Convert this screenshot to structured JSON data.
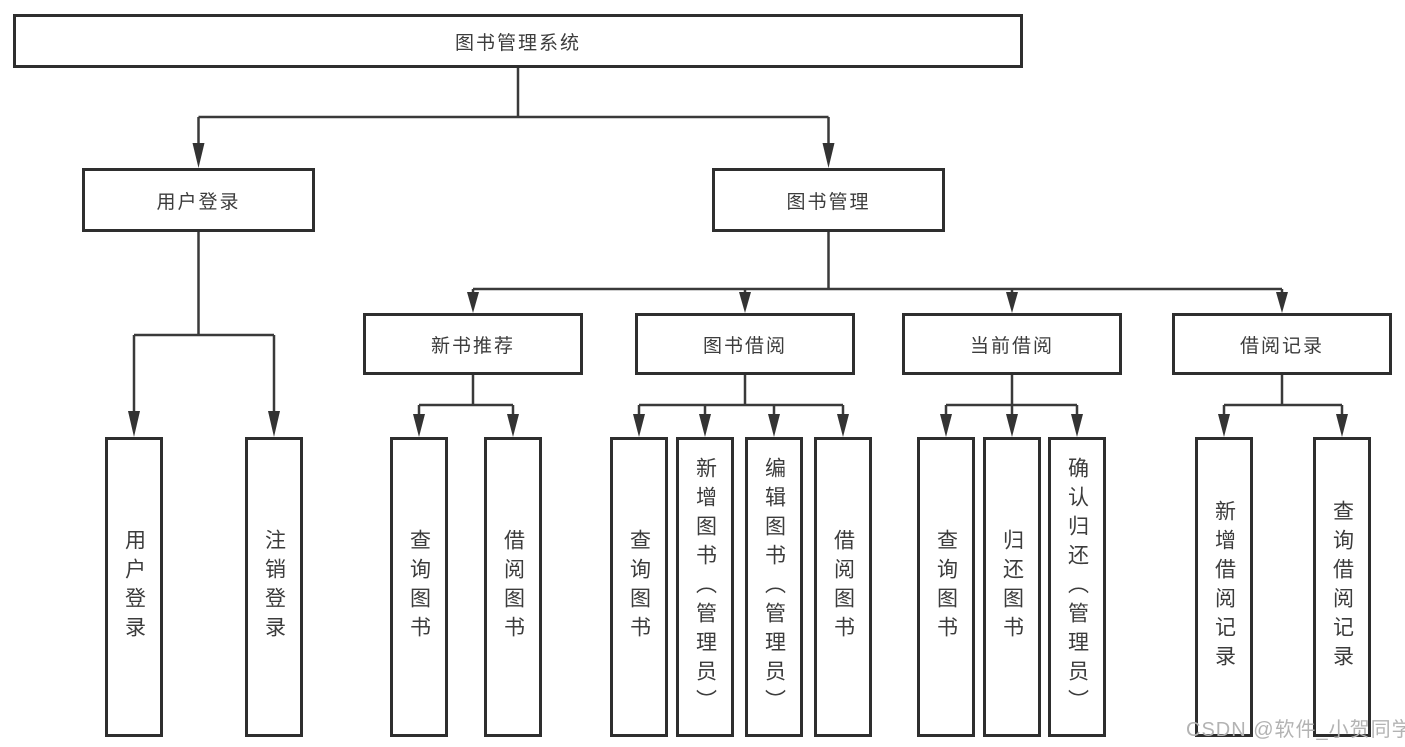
{
  "diagram": {
    "title": "图书管理系统",
    "level2": {
      "user_login": "用户登录",
      "book_management": "图书管理"
    },
    "level3": {
      "new_book_recommend": "新书推荐",
      "book_borrowing": "图书借阅",
      "current_borrowing": "当前借阅",
      "borrowing_records": "借阅记录"
    },
    "leaves": {
      "user_login": [
        "用户登录",
        "注销登录"
      ],
      "new_book_recommend": [
        "查询图书",
        "借阅图书"
      ],
      "book_borrowing": [
        "查询图书",
        "新增图书（管理员）",
        "编辑图书（管理员）",
        "借阅图书"
      ],
      "current_borrowing": [
        "查询图书",
        "归还图书",
        "确认归还（管理员）"
      ],
      "borrowing_records": [
        "新增借阅记录",
        "查询借阅记录"
      ]
    },
    "line_color": "#3a3a3a",
    "border_color": "#2e2e2e"
  },
  "watermark": "CSDN @软件_小贺同学"
}
